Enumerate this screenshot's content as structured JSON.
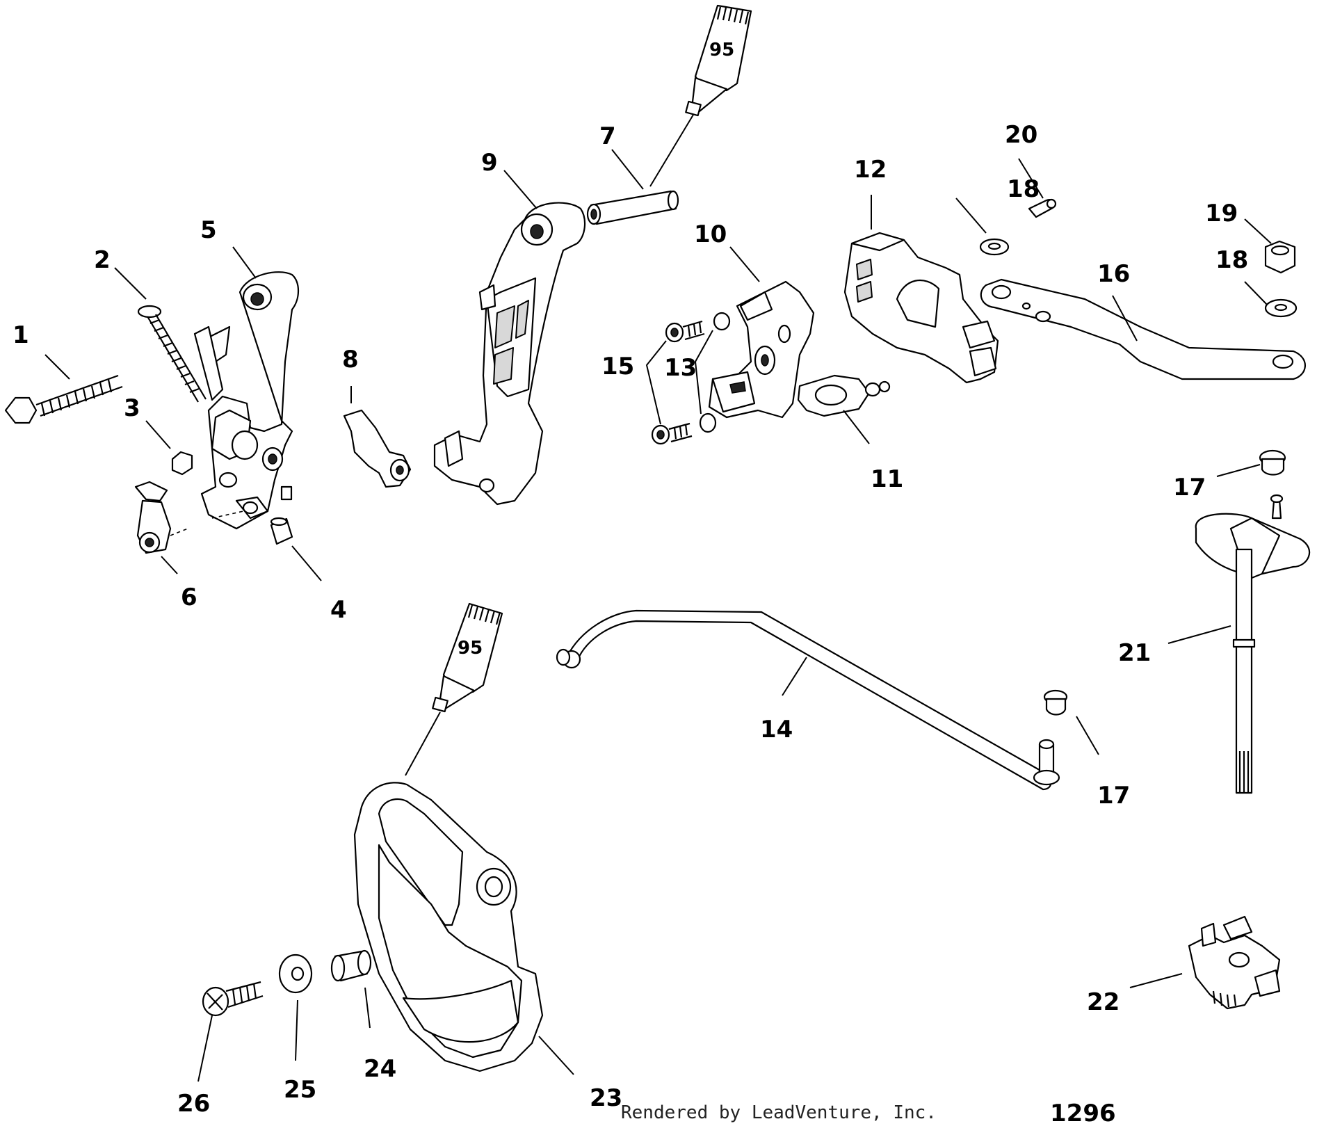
{
  "labels": [
    "1",
    "2",
    "3",
    "4",
    "5",
    "6",
    "7",
    "8",
    "9",
    "10",
    "11",
    "12",
    "13",
    "15",
    "16",
    "17",
    "17",
    "18",
    "18",
    "19",
    "20",
    "21",
    "22",
    "23",
    "24",
    "25",
    "26",
    "14"
  ],
  "tube_labels": [
    "95",
    "95"
  ],
  "credit": "Rendered by LeadVenture, Inc.",
  "diagram_code": "1296"
}
